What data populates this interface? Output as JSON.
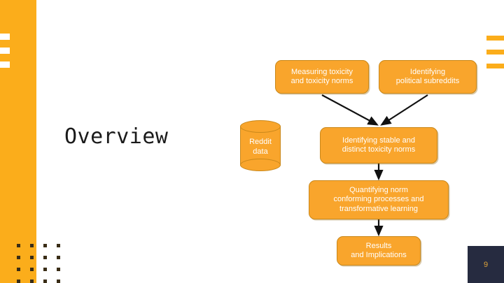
{
  "slide": {
    "title": "Overview",
    "page_number": "9",
    "accent_color": "#fbad1b",
    "box_fill_color": "#f9a52c",
    "box_border_color": "#c9881b",
    "badge_bg_color": "#262b40",
    "badge_text_color": "#e0a53a",
    "background_color": "#ffffff"
  },
  "diagram": {
    "source": {
      "name": "reddit-data",
      "label_line1": "Reddit",
      "label_line2": "data",
      "shape": "cylinder"
    },
    "boxes": [
      {
        "name": "measuring-toxicity",
        "label_line1": "Measuring toxicity",
        "label_line2": "and toxicity norms"
      },
      {
        "name": "political-subreddits",
        "label_line1": "Identifying",
        "label_line2": "political subreddits"
      },
      {
        "name": "stable-distinct-norms",
        "label_line1": "Identifying stable and",
        "label_line2": "distinct toxicity norms"
      },
      {
        "name": "quantifying-norm",
        "label_line1": "Quantifying norm",
        "label_line2": "conforming processes and",
        "label_line3": "transformative learning"
      },
      {
        "name": "results-implications",
        "label_line1": "Results",
        "label_line2": "and Implications"
      }
    ],
    "connectors": [
      {
        "from": "measuring-toxicity",
        "to": "stable-distinct-norms",
        "style": "diagonal-arrow"
      },
      {
        "from": "political-subreddits",
        "to": "stable-distinct-norms",
        "style": "diagonal-arrow"
      },
      {
        "from": "stable-distinct-norms",
        "to": "quantifying-norm",
        "style": "vertical-arrow"
      },
      {
        "from": "quantifying-norm",
        "to": "results-implications",
        "style": "vertical-arrow"
      }
    ]
  },
  "decoration": {
    "left_bar_marks": 3,
    "right_bar_marks": 3,
    "dot_grid_columns": 4,
    "dot_grid_rows": 4
  }
}
